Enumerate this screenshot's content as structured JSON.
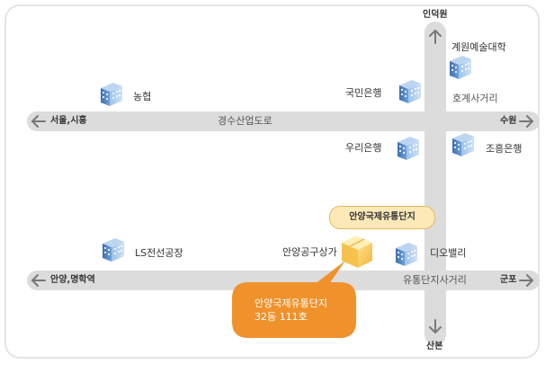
{
  "labels": {
    "top": "인덕원",
    "bottom": "산본",
    "left_upper": "서울,시흥",
    "right_upper": "수원",
    "left_lower": "안양,명학역",
    "right_lower": "군포",
    "road_upper": "경수산업도로",
    "road_lower": "유통단지사거리",
    "intersection_upper": "호계사거리"
  },
  "buildings": {
    "nonghyup": "농협",
    "kookmin": "국민은행",
    "art_college": "계원예술대학",
    "woori": "우리은행",
    "chohung": "조흥은행",
    "ls_cable": "LS전선공장",
    "dio_valley": "디오밸리",
    "tool_store": "안양공구상가"
  },
  "destination": {
    "name": "안양국제유통단지",
    "callout_line1": "안양국제유통단지",
    "callout_line2": "32동 111호"
  },
  "colors": {
    "road": "#dcdcdc",
    "callout": "#f0922c",
    "pill_fill": "#fde9b8",
    "building": "#5a8cc8"
  }
}
